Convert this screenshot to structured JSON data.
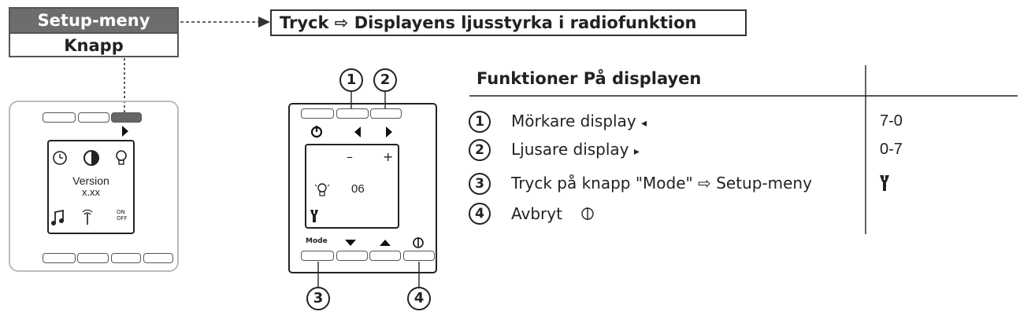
{
  "setup_menu": {
    "title": "Setup-meny",
    "subtitle": "Knapp"
  },
  "instruction": "Tryck ⇨ Displayens ljusstyrka i radiofunktion",
  "device1": {
    "version_label": "Version",
    "version_value": "x.xx",
    "onoff_label_top": "ON",
    "onoff_label_bottom": "OFF"
  },
  "device2": {
    "mode_label": "Mode",
    "minus": "–",
    "plus": "+",
    "value": "06"
  },
  "callouts": [
    "1",
    "2",
    "3",
    "4"
  ],
  "table": {
    "header": "Funktioner På displayen",
    "rows": [
      {
        "num": "1",
        "text": "Mörkare display",
        "arrow": "◂",
        "value": "7-0"
      },
      {
        "num": "2",
        "text": "Ljusare display",
        "arrow": "▸",
        "value": "0-7"
      },
      {
        "num": "3",
        "text": "Tryck på knapp \"Mode\" ⇨ Setup-meny",
        "arrow": "",
        "value": "",
        "value_icon": "wrench-icon"
      },
      {
        "num": "4",
        "text": "Avbryt",
        "arrow": "",
        "value": "",
        "text_icon": "power-icon"
      }
    ]
  },
  "colors": {
    "header_bg": "#6d6d6d",
    "line": "#222222",
    "highlight_button": "#666666"
  }
}
